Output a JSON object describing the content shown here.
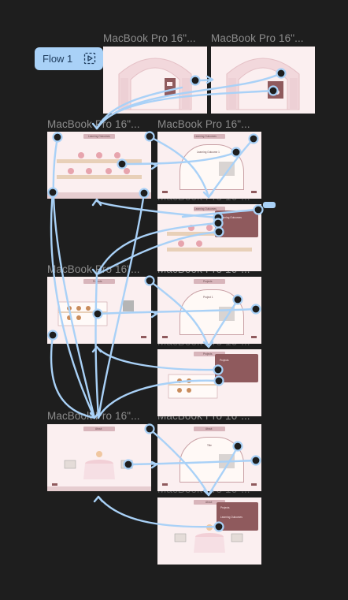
{
  "canvas": {
    "background": "#1e1e1e",
    "wire_color": "#a9d1f7"
  },
  "flow": {
    "label": "Flow 1",
    "icon": "play-frame-icon"
  },
  "frames": [
    {
      "id": "f-home-1",
      "label": "MacBook Pro 16\"...",
      "title": ""
    },
    {
      "id": "f-home-2",
      "label": "MacBook Pro 16\"...",
      "title": ""
    },
    {
      "id": "f-outcomes-grid",
      "label": "MacBook Pro 16\"...",
      "title": "Learning Outcomes"
    },
    {
      "id": "f-outcome-detail",
      "label": "MacBook Pro 16\"...",
      "title": "Learning Outcomes",
      "heading": "Learning Outcome 1"
    },
    {
      "id": "f-outcome-menu",
      "label": "MacBook Pro 16\"...",
      "title": "Learning Outcomes",
      "menu": [
        "Learning Outcomes"
      ]
    },
    {
      "id": "f-projects-grid",
      "label": "MacBook Pro 16\"...",
      "title": "Projects"
    },
    {
      "id": "f-project-detail",
      "label": "MacBook Pro 16\"...",
      "title": "Projects",
      "heading": "Project 1"
    },
    {
      "id": "f-projects-menu",
      "label": "MacBook Pro 16\"...",
      "title": "Projects",
      "menu": [
        "Projects"
      ]
    },
    {
      "id": "f-about",
      "label": "MacBook Pro 16\"...",
      "title": "About"
    },
    {
      "id": "f-about-detail",
      "label": "MacBook Pro 16\"...",
      "title": "About",
      "heading": "Title"
    },
    {
      "id": "f-about-menu",
      "label": "MacBook Pro 16\"...",
      "title": "About",
      "menu": [
        "Projects",
        "Learning Outcomes"
      ]
    }
  ]
}
